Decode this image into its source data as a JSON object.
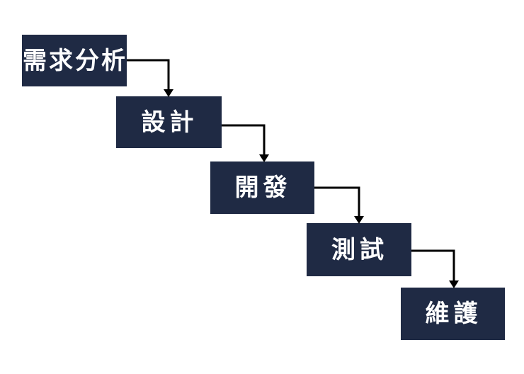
{
  "diagram": {
    "type": "flowchart-waterfall",
    "title": "",
    "nodes": [
      {
        "id": "requirements-analysis",
        "label": "需求分析"
      },
      {
        "id": "design",
        "label": "設計"
      },
      {
        "id": "development",
        "label": "開發"
      },
      {
        "id": "testing",
        "label": "測試"
      },
      {
        "id": "maintenance",
        "label": "維護"
      }
    ],
    "edges": [
      {
        "from": "requirements-analysis",
        "to": "design"
      },
      {
        "from": "design",
        "to": "development"
      },
      {
        "from": "development",
        "to": "testing"
      },
      {
        "from": "testing",
        "to": "maintenance"
      }
    ],
    "colors": {
      "background": "#ffffff",
      "node-fill": "#1f2a44",
      "node-text": "#ffffff",
      "arrow": "#000000"
    }
  }
}
